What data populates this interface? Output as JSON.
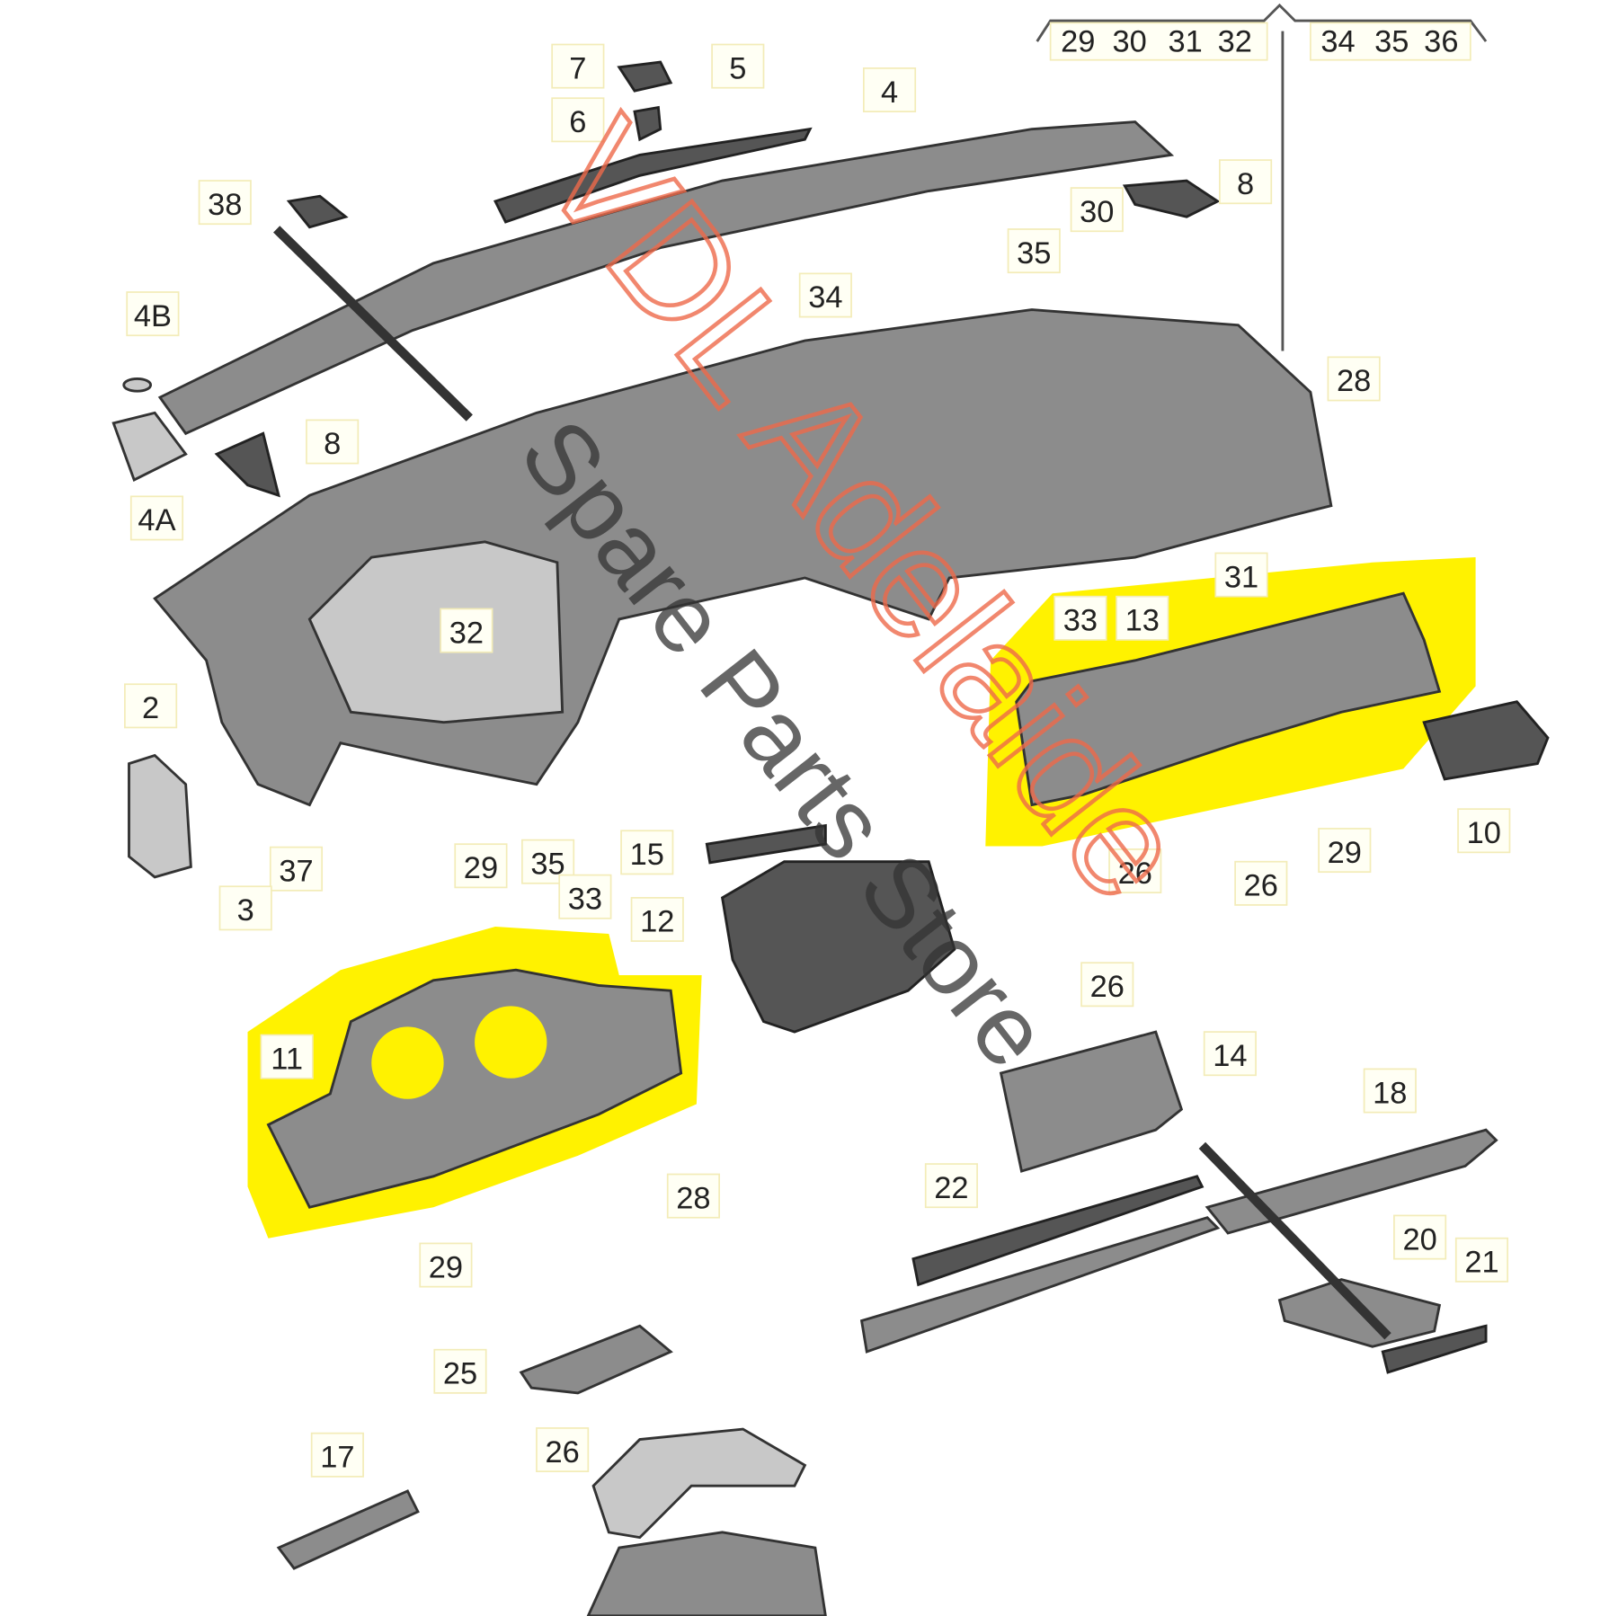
{
  "diagram": {
    "title": "Dashboard parts exploded diagram",
    "group_left": [
      "29",
      "30",
      "31",
      "32"
    ],
    "group_right": [
      "34",
      "35",
      "36"
    ],
    "labels": [
      "7",
      "5",
      "6",
      "4",
      "38",
      "8",
      "30",
      "35",
      "34",
      "4B",
      "8",
      "4A",
      "28",
      "31",
      "33",
      "13",
      "32",
      "2",
      "37",
      "29",
      "35",
      "15",
      "10",
      "29",
      "26",
      "26",
      "3",
      "33",
      "12",
      "26",
      "14",
      "11",
      "18",
      "28",
      "22",
      "20",
      "21",
      "29",
      "25",
      "26",
      "17"
    ],
    "highlight_color": "#fff200"
  },
  "watermark": {
    "line1": "VDL Adelaide",
    "line2": "Spare Parts Store",
    "color": "#ee6a4a"
  }
}
